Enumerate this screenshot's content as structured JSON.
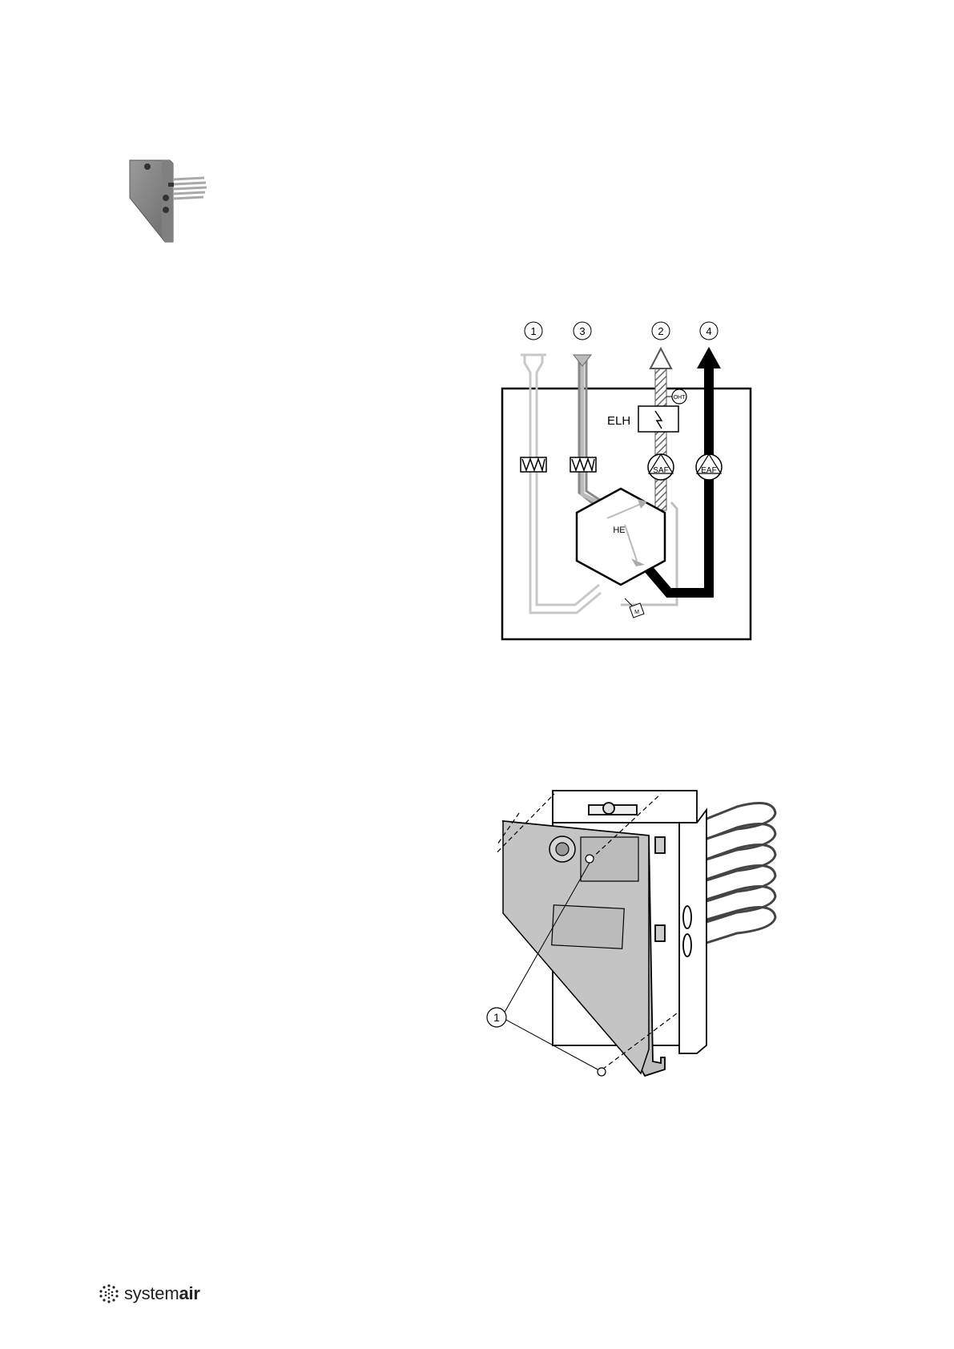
{
  "product_photo": {
    "icon": "electric-heater-product-photo"
  },
  "flow_diagram": {
    "callouts": [
      "1",
      "3",
      "2",
      "4"
    ],
    "labels": {
      "heater": "ELH",
      "overheat": "OHT",
      "supply_fan": "SAF",
      "extract_fan": "EAF",
      "heat_exchanger": "HE",
      "sensor": "M"
    }
  },
  "install_drawing": {
    "callout": "1"
  },
  "brand": {
    "name_light": "system",
    "name_bold": "air",
    "logo_icon": "systemair-dot-logo-icon"
  }
}
